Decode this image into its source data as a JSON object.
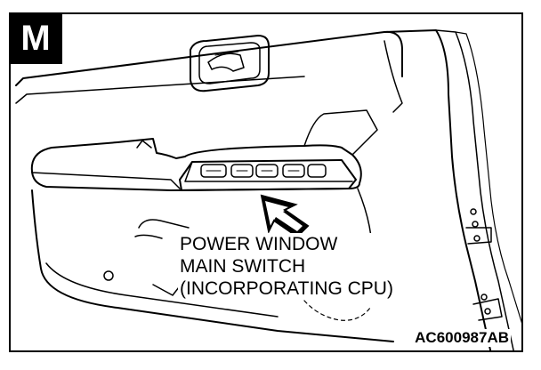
{
  "badge": {
    "letter": "M"
  },
  "callout": {
    "lines": [
      "POWER WINDOW",
      "MAIN SWITCH",
      "(INCORPORATING CPU)"
    ]
  },
  "figure_code": "AC600987AB",
  "colors": {
    "ink": "#000000",
    "paper": "#ffffff"
  },
  "icons": [
    "arrow-pointer-icon"
  ]
}
